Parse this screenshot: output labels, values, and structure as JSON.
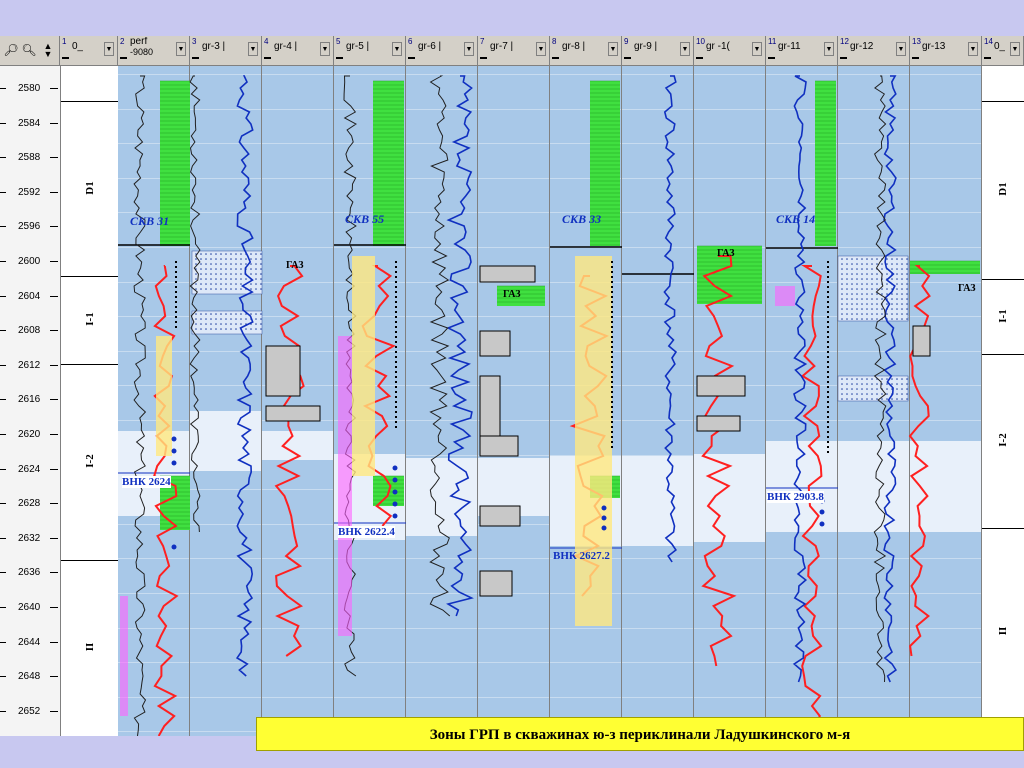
{
  "toolbar": {
    "zoom_in_icon": "zoom-in-icon",
    "zoom_out_icon": "zoom-out-icon",
    "spin_icon": "spin-icon"
  },
  "depth_labels": [
    "2580",
    "2584",
    "2588",
    "2592",
    "2596",
    "2600",
    "2604",
    "2608",
    "2612",
    "2616",
    "2620",
    "2624",
    "2628",
    "2632",
    "2636",
    "2640",
    "2644",
    "2648",
    "2652"
  ],
  "zones": [
    "D1",
    "I-1",
    "I-2",
    "II"
  ],
  "tracks": [
    {
      "num": "1",
      "label": "0_"
    },
    {
      "num": "2",
      "label": "perf",
      "label2": "-9080"
    },
    {
      "num": "3",
      "label": "gr-3 |"
    },
    {
      "num": "4",
      "label": "gr-4 |"
    },
    {
      "num": "5",
      "label": "gr-5 |"
    },
    {
      "num": "6",
      "label": "gr-6 |"
    },
    {
      "num": "7",
      "label": "gr-7 |"
    },
    {
      "num": "8",
      "label": "gr-8 |"
    },
    {
      "num": "9",
      "label": "gr-9 |"
    },
    {
      "num": "10",
      "label": "gr -1("
    },
    {
      "num": "11",
      "label": "gr-11"
    },
    {
      "num": "12",
      "label": "gr-12"
    },
    {
      "num": "13",
      "label": "gr-13"
    },
    {
      "num": "14",
      "label": "0_"
    }
  ],
  "wells": [
    "СКВ 31",
    "СКВ 55",
    "СКВ 33",
    "СКВ 14"
  ],
  "vnk": [
    "ВНК 2624",
    "ВНК 2622.4",
    "ВНК 2627.2",
    "ВНК 2903.8"
  ],
  "gas_labels": [
    "ГАЗ",
    "ГАЗ",
    "ГАЗ",
    "ГАЗ"
  ],
  "caption": "Зоны ГРП в скважинах ю-з периклинали  Ладушкинского м-я",
  "colors": {
    "track_bg": "#a8c8e8",
    "light_band": "#e8f0fa",
    "green": "#40e040",
    "red": "#ff2020",
    "blue": "#1030c0",
    "yellow": "#ffe880",
    "pink": "#ff60ff"
  }
}
